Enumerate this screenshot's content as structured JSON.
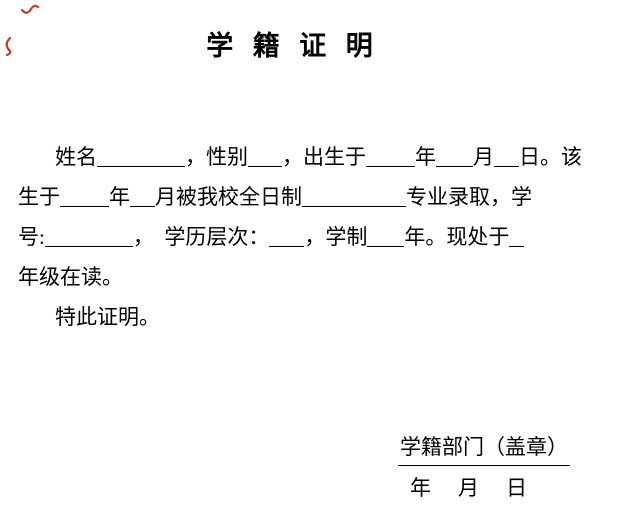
{
  "title": "学 籍 证 明",
  "body": {
    "lines": [
      {
        "indent": true,
        "segments": [
          {
            "t": "姓名"
          },
          {
            "b": 88
          },
          {
            "t": "，性别"
          },
          {
            "b": 34
          },
          {
            "t": "，出生于"
          },
          {
            "b": 49
          },
          {
            "t": "年"
          },
          {
            "b": 37
          },
          {
            "t": "月"
          },
          {
            "b": 25
          },
          {
            "t": "日。该"
          }
        ]
      },
      {
        "indent": false,
        "segments": [
          {
            "t": "生于"
          },
          {
            "b": 49
          },
          {
            "t": "年"
          },
          {
            "b": 25
          },
          {
            "t": "月被我校全日制"
          },
          {
            "b": 104
          },
          {
            "t": "专业录取，学"
          }
        ]
      },
      {
        "indent": false,
        "segments": [
          {
            "t": "号:"
          },
          {
            "b": 88
          },
          {
            "t": "，　学历层次："
          },
          {
            "b": 35
          },
          {
            "t": "，学制"
          },
          {
            "b": 37
          },
          {
            "t": "年。现处于"
          },
          {
            "b": 15
          }
        ]
      },
      {
        "indent": false,
        "segments": [
          {
            "t": "年级在读。"
          }
        ]
      },
      {
        "indent": true,
        "segments": [
          {
            "t": "特此证明。"
          }
        ]
      }
    ]
  },
  "signature": {
    "department_label": "学籍部门（盖章）",
    "date_label": "年　月　日"
  },
  "annotations": {
    "red_mark_color": "#c0392b"
  }
}
